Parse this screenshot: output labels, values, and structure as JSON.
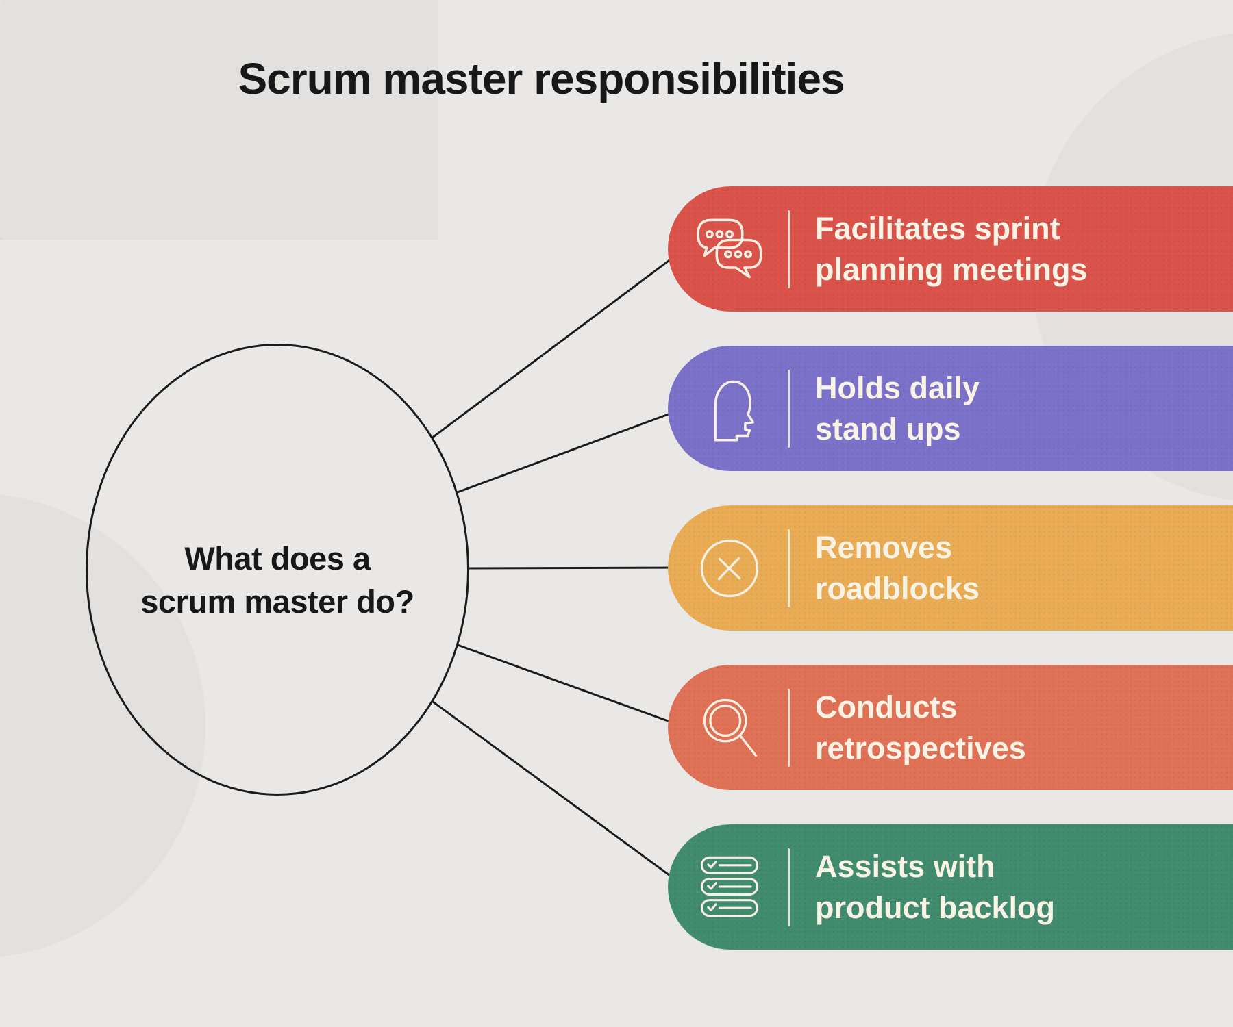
{
  "title": "Scrum master responsibilities",
  "center_question": {
    "line1": "What does a",
    "line2": "scrum master do?"
  },
  "items": [
    {
      "icon": "chat-bubbles-icon",
      "color": "#DA534A",
      "line1": "Facilitates sprint",
      "line2": "planning meetings"
    },
    {
      "icon": "head-profile-icon",
      "color": "#7C71C9",
      "line1": "Holds daily",
      "line2": "stand ups"
    },
    {
      "icon": "circle-x-icon",
      "color": "#E9AC55",
      "line1": "Removes",
      "line2": "roadblocks"
    },
    {
      "icon": "magnifier-icon",
      "color": "#DE7156",
      "line1": "Conducts",
      "line2": "retrospectives"
    },
    {
      "icon": "checklist-icon",
      "color": "#418B6E",
      "line1": "Assists with",
      "line2": "product backlog"
    }
  ],
  "colors": {
    "background": "#E9E8E6",
    "decorative_gray": "#E2E1DF",
    "text_dark": "#1B1B1B",
    "pill_text": "#F9F3E6",
    "icon_stroke": "#F8F1E3",
    "connector": "#1B1B1B"
  }
}
